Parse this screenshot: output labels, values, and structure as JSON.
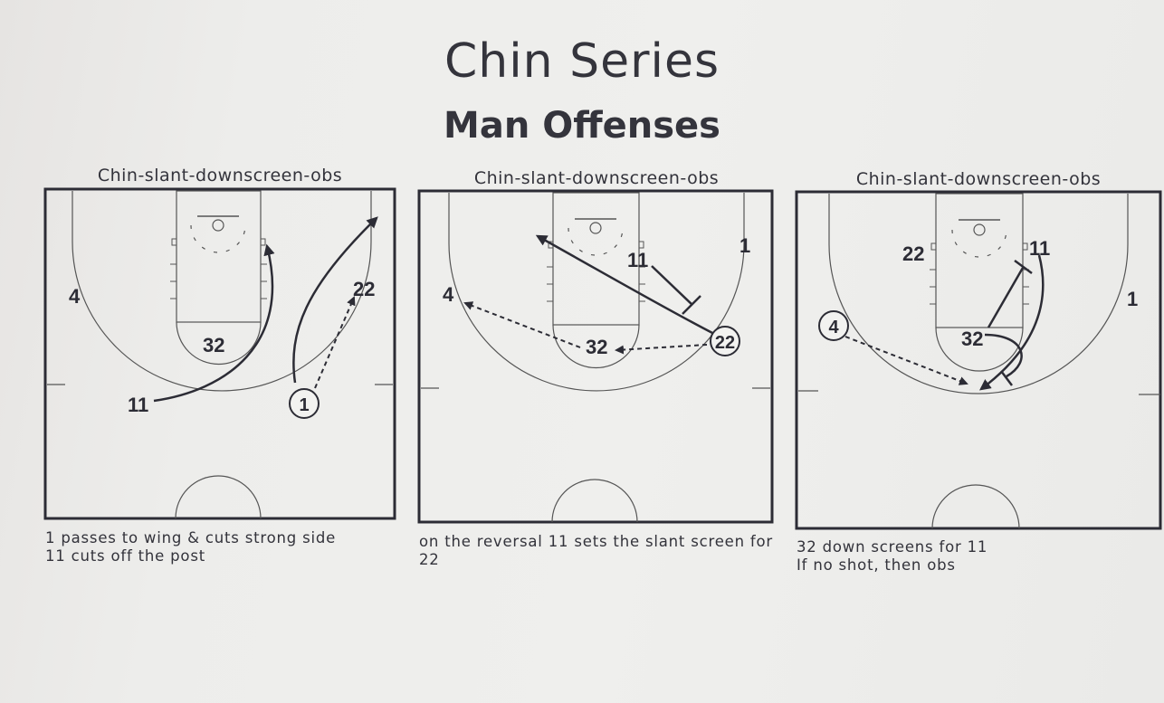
{
  "header": {
    "title": "Chin Series",
    "subtitle": "Man Offenses"
  },
  "panels": [
    {
      "title": "Chin-slant-downscreen-obs",
      "caption": [
        "1 passes to wing & cuts strong side",
        "11 cuts off the post"
      ],
      "players": [
        "4",
        "22",
        "32",
        "11",
        "1"
      ]
    },
    {
      "title": "Chin-slant-downscreen-obs",
      "caption": [
        "on the reversal 11 sets the slant screen for",
        "22"
      ],
      "players": [
        "4",
        "11",
        "1",
        "32",
        "22"
      ]
    },
    {
      "title": "Chin-slant-downscreen-obs",
      "caption": [
        "32 down screens for 11",
        "If no shot, then obs"
      ],
      "players": [
        "22",
        "11",
        "1",
        "4",
        "32"
      ]
    }
  ],
  "colors": {
    "ink": "#2c2c35",
    "court_line": "#3a3a40",
    "background": "#eeeeec"
  }
}
